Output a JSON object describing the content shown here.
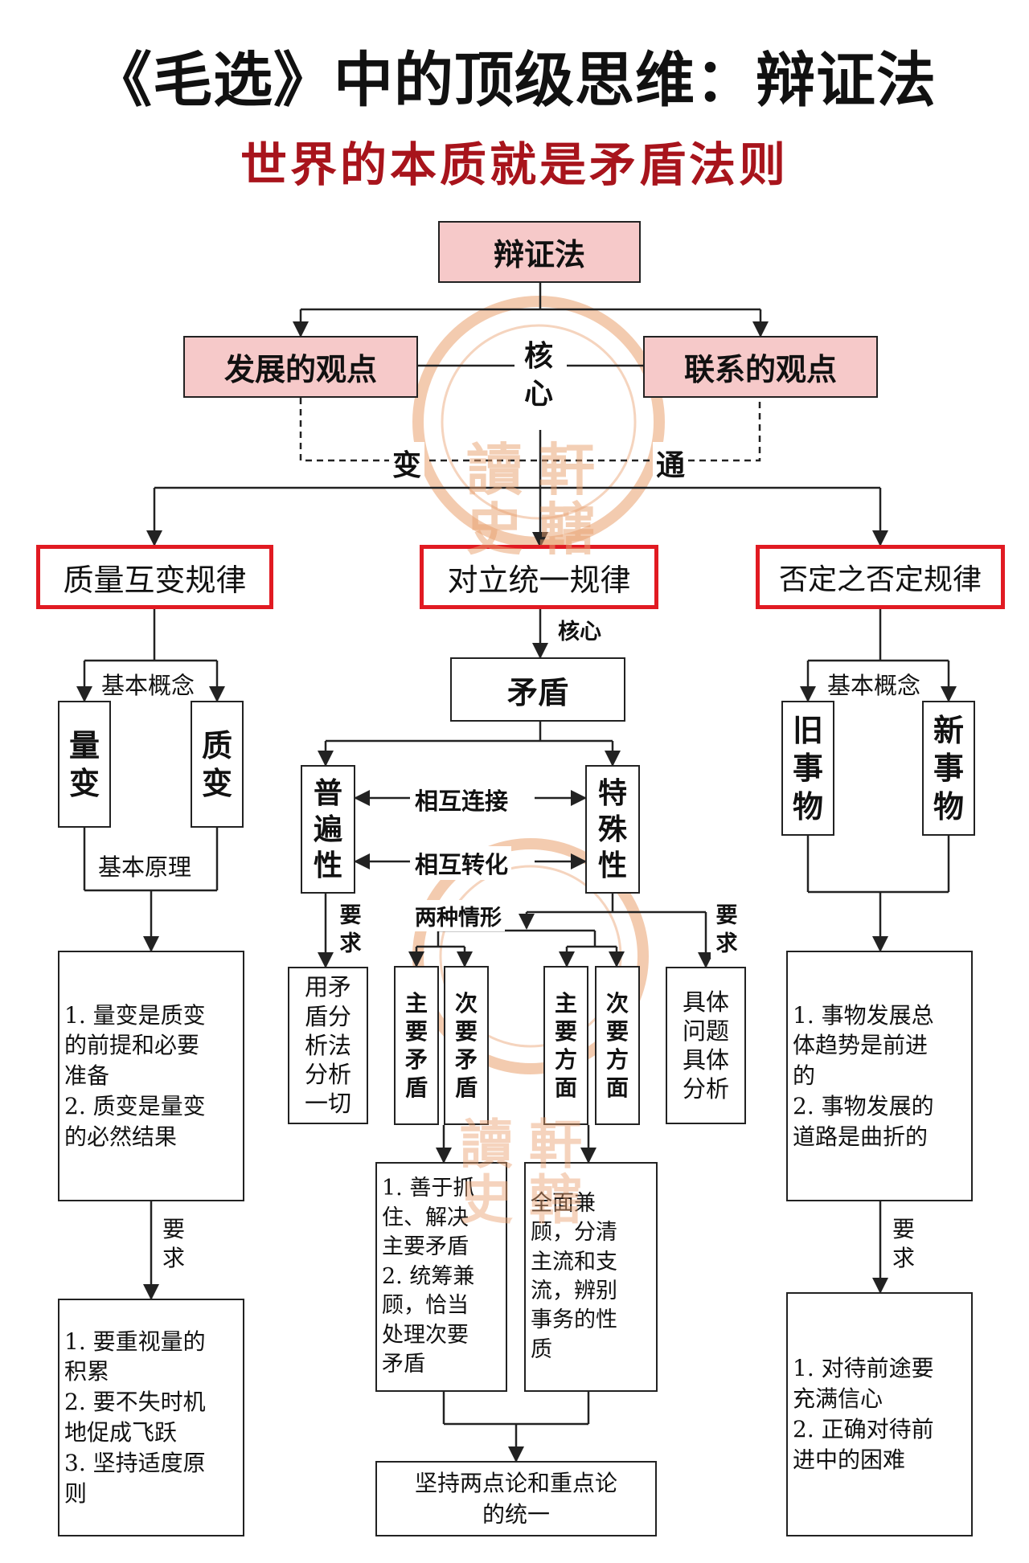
{
  "title": "《毛选》中的顶级思维：辩证法",
  "subtitle": "世界的本质就是矛盾法则",
  "nodes": {
    "root": "辩证法",
    "view_dev": "发展的观点",
    "view_link": "联系的观点",
    "core_top": "核\n心",
    "bian": "变",
    "tong": "通",
    "law_quality": "质量互变规律",
    "law_unity": "对立统一规律",
    "law_negation": "否定之否定规律",
    "core_mid": "核心",
    "contradiction": "矛盾",
    "basic_concept_left": "基本概念",
    "liangbian": "量\n变",
    "zhibian": "质\n变",
    "basic_principle": "基本原理",
    "principle_text": "1. 量变是质变\n的前提和必要\n准备\n2. 质变是量变\n的必然结果",
    "req_left": "要\n求",
    "req_left_text": "1. 要重视量的\n积累\n2. 要不失时机\n地促成飞跃\n3. 坚持适度原\n则",
    "universality": "普\n遍\n性",
    "particularity": "特\n殊\n性",
    "mutual_connect": "相互连接",
    "mutual_transform": "相互转化",
    "req_mid_left": "要\n求",
    "analyze_all": "用矛\n盾分\n析法\n分析\n一切",
    "two_cases": "两种情形",
    "main_contra": "主\n要\n矛\n盾",
    "secondary_contra": "次\n要\n矛\n盾",
    "main_aspect": "主\n要\n方\n面",
    "secondary_aspect": "次\n要\n方\n面",
    "req_mid_right": "要\n求",
    "specific": "具体\n问题\n具体\n分析",
    "grasp_text": "1. 善于抓\n住、解决\n主要矛盾\n2. 统筹兼\n顾，恰当\n处理次要\n矛盾",
    "overall_text": "全面兼\n顾，分清\n主流和支\n流，辨别\n事务的性\n质",
    "two_point": "坚持两点论和重点论\n的统一",
    "basic_concept_right": "基本概念",
    "old_thing": "旧\n事\n物",
    "new_thing": "新\n事\n物",
    "trend_text": "1. 事物发展总\n体趋势是前进\n的\n2. 事物发展的\n道路是曲折的",
    "req_right": "要\n求",
    "req_right_text": "1. 对待前途要\n充满信心\n2. 正确对待前\n进中的困难"
  },
  "colors": {
    "accent_red": "#e11a22",
    "subtitle_red": "#a8141c",
    "pink_fill": "#f6c9c9",
    "seal_orange": "#e9a06e"
  },
  "watermark_text": "讀軒史轄"
}
